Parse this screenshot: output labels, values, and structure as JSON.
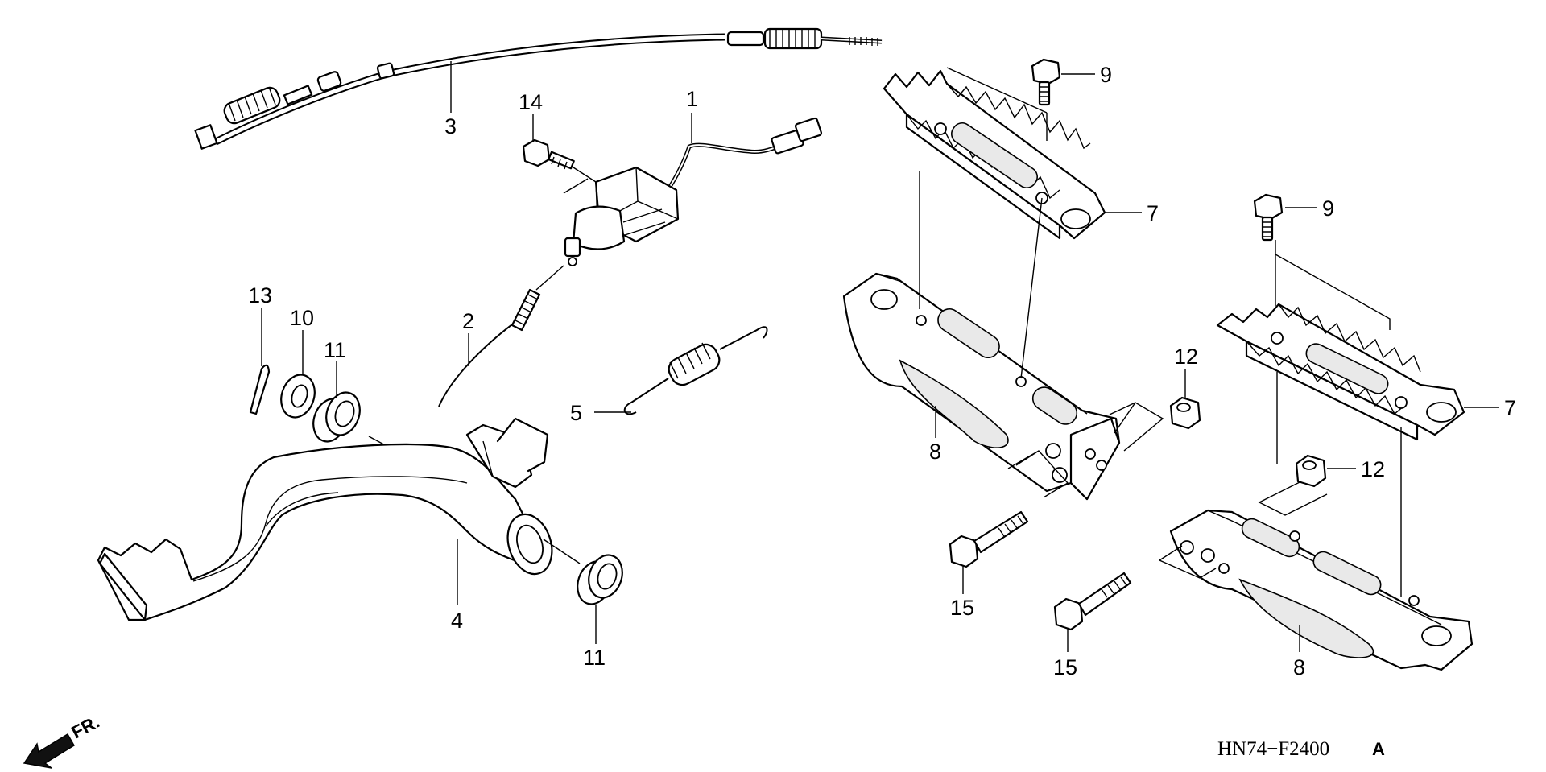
{
  "diagram_code": "HN74−F2400",
  "diagram_revision": "A",
  "front_indicator": {
    "label": "FR.",
    "icon": "front-arrow-icon"
  },
  "callouts": {
    "c1": "1",
    "c2": "2",
    "c3": "3",
    "c4": "4",
    "c5": "5",
    "c7a": "7",
    "c7b": "7",
    "c8a": "8",
    "c8b": "8",
    "c9a": "9",
    "c9b": "9",
    "c10": "10",
    "c11a": "11",
    "c11b": "11",
    "c12a": "12",
    "c12b": "12",
    "c13": "13",
    "c14": "14",
    "c15a": "15",
    "c15b": "15"
  }
}
